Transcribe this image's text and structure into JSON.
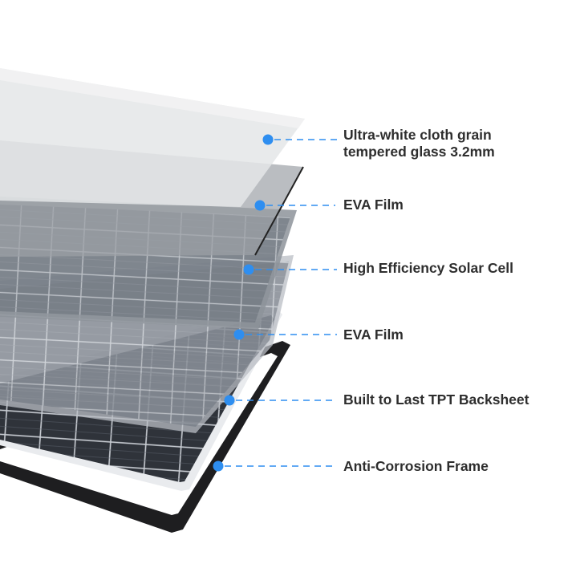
{
  "colors": {
    "accent": "#2e8ef0",
    "label_text": "#2e2e2e",
    "frame": "#1e1e20",
    "cell": "#2d3036"
  },
  "layers": [
    {
      "id": "glass",
      "lines": [
        "Ultra-white cloth grain",
        "tempered glass 3.2mm"
      ]
    },
    {
      "id": "eva-top",
      "lines": [
        "EVA Film"
      ]
    },
    {
      "id": "solar-cell",
      "lines": [
        "High Efficiency Solar Cell"
      ]
    },
    {
      "id": "eva-bottom",
      "lines": [
        "EVA Film"
      ]
    },
    {
      "id": "backsheet",
      "lines": [
        "Built to Last TPT Backsheet"
      ]
    },
    {
      "id": "frame",
      "lines": [
        "Anti-Corrosion Frame"
      ]
    }
  ]
}
